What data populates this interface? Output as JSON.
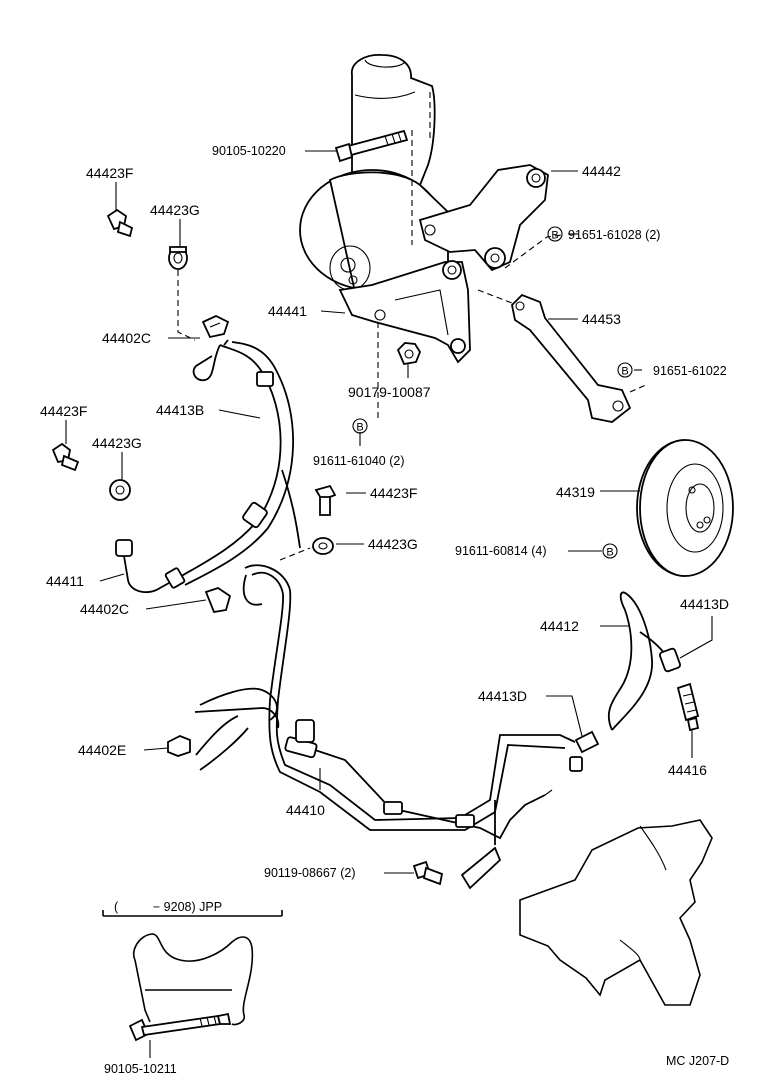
{
  "diagram": {
    "parts": {
      "bolt_top": "90105-10220",
      "bracket_44442": "44442",
      "bolt_b1": "91651-61028 (2)",
      "bracket_44441": "44441",
      "stay_44453": "44453",
      "bolt_b2": "91651-61022",
      "nut": "90179-10087",
      "bolt_b3": "91611-61040 (2)",
      "pulley": "44319",
      "bolt_b4": "91611-60814 (4)",
      "union_f1": "44423F",
      "gasket_g1": "44423G",
      "clamp_c1": "44402C",
      "union_f2": "44423F",
      "gasket_g2": "44423G",
      "hose_b": "44413B",
      "union_f3": "44423F",
      "gasket_g3": "44423G",
      "hose_44411": "44411",
      "clamp_c2": "44402C",
      "hose_44412": "44412",
      "clip_d1": "44413D",
      "clip_d2": "44413D",
      "clip_e": "44402E",
      "valve_44416": "44416",
      "tube_44410": "44410",
      "bolt_bottom": "90119-08667 (2)",
      "bolt_inset": "90105-10211"
    },
    "inset_label": "(          − 9208) JPP",
    "b_mark": "B",
    "footer_code": "MC J207-D"
  }
}
